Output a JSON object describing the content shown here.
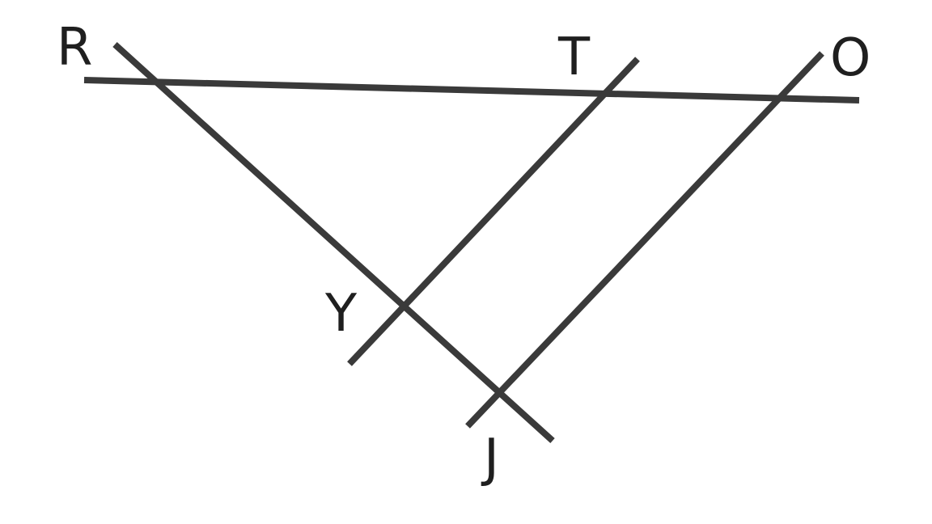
{
  "diagram": {
    "points": [
      {
        "id": "R",
        "label": "R"
      },
      {
        "id": "T",
        "label": "T"
      },
      {
        "id": "O",
        "label": "O"
      },
      {
        "id": "Y",
        "label": "Y"
      },
      {
        "id": "J",
        "label": "J"
      }
    ],
    "segments": [
      {
        "id": "top-line",
        "passes_through": [
          "R",
          "T",
          "O"
        ]
      },
      {
        "id": "line-r-j",
        "passes_through": [
          "R",
          "Y",
          "J"
        ]
      },
      {
        "id": "line-t-y",
        "passes_through": [
          "T",
          "Y"
        ]
      },
      {
        "id": "line-o-j",
        "passes_through": [
          "O",
          "J"
        ]
      }
    ],
    "colors": {
      "line": "#3a3a3a",
      "label": "#1f1f1f",
      "background": "#ffffff"
    }
  }
}
